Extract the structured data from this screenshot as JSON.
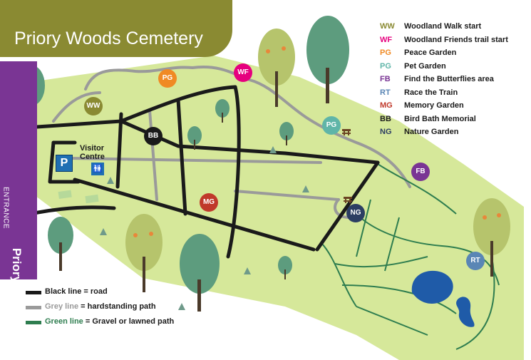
{
  "title": "Priory Woods Cemetery",
  "side": {
    "entrance": "ENTRANCE",
    "road": "Priory Road"
  },
  "visitor_centre": {
    "line1": "Visitor",
    "line2": "Centre"
  },
  "icons": {
    "parking": "P",
    "toilets": "toilets-icon"
  },
  "markers": {
    "ww": "WW",
    "pg_top": "PG",
    "wf": "WF",
    "bb": "BB",
    "pg_pet": "PG",
    "fb": "FB",
    "mg": "MG",
    "ng": "NG",
    "rt": "RT"
  },
  "legend": [
    {
      "code": "WW",
      "label": "Woodland Walk start",
      "color": "#8a8a32"
    },
    {
      "code": "WF",
      "label": "Woodland Friends trail start",
      "color": "#e6007e"
    },
    {
      "code": "PG",
      "label": "Peace Garden",
      "color": "#f08a24"
    },
    {
      "code": "PG",
      "label": "Pet Garden",
      "color": "#5fb5a8"
    },
    {
      "code": "FB",
      "label": "Find the Butterflies area",
      "color": "#7a3594"
    },
    {
      "code": "RT",
      "label": "Race the Train",
      "color": "#5a86b5"
    },
    {
      "code": "MG",
      "label": "Memory Garden",
      "color": "#c0392b"
    },
    {
      "code": "BB",
      "label": "Bird Bath Memorial",
      "color": "#1a1a1a"
    },
    {
      "code": "NG",
      "label": "Nature Garden",
      "color": "#2c3e63"
    }
  ],
  "key": [
    {
      "prefix": "Black line",
      "suffix": " = road",
      "color": "#1a1a1a"
    },
    {
      "prefix": "Grey line",
      "suffix": " = hardstanding path",
      "color": "#9a9a9a"
    },
    {
      "prefix": "Green line",
      "suffix": "  = Gravel or lawned path",
      "color": "#2e7d4f"
    }
  ],
  "colors": {
    "grass": "#d6e89a",
    "road": "#1a1a1a",
    "path_grey": "#9a9a9a",
    "path_green": "#2e7d4f",
    "pond": "#1f5ba8",
    "banner": "#8a8a32",
    "side_bar": "#7a3594"
  }
}
